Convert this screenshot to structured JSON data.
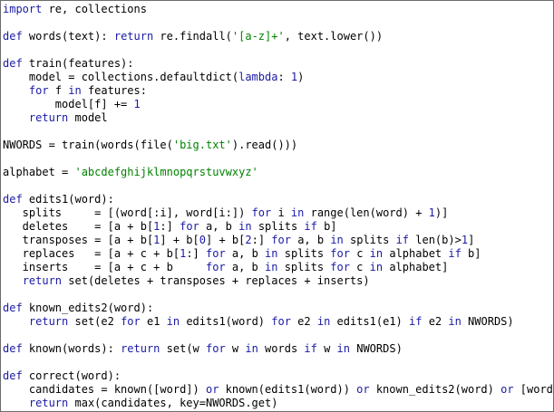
{
  "colors": {
    "background": "#ffffff",
    "default": "#000000",
    "keyword": "#1a1aa6",
    "string": "#008200",
    "number": "#1a1aa6"
  },
  "code_lines": [
    [
      [
        "k",
        "import"
      ],
      [
        "t",
        " re, collections"
      ]
    ],
    [],
    [
      [
        "k",
        "def"
      ],
      [
        "t",
        " words(text): "
      ],
      [
        "k",
        "return"
      ],
      [
        "t",
        " re.findall("
      ],
      [
        "s",
        "'[a-z]+'"
      ],
      [
        "t",
        ", text.lower())"
      ]
    ],
    [],
    [
      [
        "k",
        "def"
      ],
      [
        "t",
        " train(features):"
      ]
    ],
    [
      [
        "t",
        "    model = collections.defaultdict("
      ],
      [
        "k",
        "lambda"
      ],
      [
        "t",
        ": "
      ],
      [
        "n",
        "1"
      ],
      [
        "t",
        ")"
      ]
    ],
    [
      [
        "t",
        "    "
      ],
      [
        "k",
        "for"
      ],
      [
        "t",
        " f "
      ],
      [
        "k",
        "in"
      ],
      [
        "t",
        " features:"
      ]
    ],
    [
      [
        "t",
        "        model[f] += "
      ],
      [
        "n",
        "1"
      ]
    ],
    [
      [
        "t",
        "    "
      ],
      [
        "k",
        "return"
      ],
      [
        "t",
        " model"
      ]
    ],
    [],
    [
      [
        "t",
        "NWORDS = train(words(file("
      ],
      [
        "s",
        "'big.txt'"
      ],
      [
        "t",
        ").read()))"
      ]
    ],
    [],
    [
      [
        "t",
        "alphabet = "
      ],
      [
        "s",
        "'abcdefghijklmnopqrstuvwxyz'"
      ]
    ],
    [],
    [
      [
        "k",
        "def"
      ],
      [
        "t",
        " edits1(word):"
      ]
    ],
    [
      [
        "t",
        "   splits     = [(word[:i], word[i:]) "
      ],
      [
        "k",
        "for"
      ],
      [
        "t",
        " i "
      ],
      [
        "k",
        "in"
      ],
      [
        "t",
        " range(len(word) + "
      ],
      [
        "n",
        "1"
      ],
      [
        "t",
        ")]"
      ]
    ],
    [
      [
        "t",
        "   deletes    = [a + b["
      ],
      [
        "n",
        "1"
      ],
      [
        "t",
        ":] "
      ],
      [
        "k",
        "for"
      ],
      [
        "t",
        " a, b "
      ],
      [
        "k",
        "in"
      ],
      [
        "t",
        " splits "
      ],
      [
        "k",
        "if"
      ],
      [
        "t",
        " b]"
      ]
    ],
    [
      [
        "t",
        "   transposes = [a + b["
      ],
      [
        "n",
        "1"
      ],
      [
        "t",
        "] + b["
      ],
      [
        "n",
        "0"
      ],
      [
        "t",
        "] + b["
      ],
      [
        "n",
        "2"
      ],
      [
        "t",
        ":] "
      ],
      [
        "k",
        "for"
      ],
      [
        "t",
        " a, b "
      ],
      [
        "k",
        "in"
      ],
      [
        "t",
        " splits "
      ],
      [
        "k",
        "if"
      ],
      [
        "t",
        " len(b)>"
      ],
      [
        "n",
        "1"
      ],
      [
        "t",
        "]"
      ]
    ],
    [
      [
        "t",
        "   replaces   = [a + c + b["
      ],
      [
        "n",
        "1"
      ],
      [
        "t",
        ":] "
      ],
      [
        "k",
        "for"
      ],
      [
        "t",
        " a, b "
      ],
      [
        "k",
        "in"
      ],
      [
        "t",
        " splits "
      ],
      [
        "k",
        "for"
      ],
      [
        "t",
        " c "
      ],
      [
        "k",
        "in"
      ],
      [
        "t",
        " alphabet "
      ],
      [
        "k",
        "if"
      ],
      [
        "t",
        " b]"
      ]
    ],
    [
      [
        "t",
        "   inserts    = [a + c + b     "
      ],
      [
        "k",
        "for"
      ],
      [
        "t",
        " a, b "
      ],
      [
        "k",
        "in"
      ],
      [
        "t",
        " splits "
      ],
      [
        "k",
        "for"
      ],
      [
        "t",
        " c "
      ],
      [
        "k",
        "in"
      ],
      [
        "t",
        " alphabet]"
      ]
    ],
    [
      [
        "t",
        "   "
      ],
      [
        "k",
        "return"
      ],
      [
        "t",
        " set(deletes + transposes + replaces + inserts)"
      ]
    ],
    [],
    [
      [
        "k",
        "def"
      ],
      [
        "t",
        " known_edits2(word):"
      ]
    ],
    [
      [
        "t",
        "    "
      ],
      [
        "k",
        "return"
      ],
      [
        "t",
        " set(e2 "
      ],
      [
        "k",
        "for"
      ],
      [
        "t",
        " e1 "
      ],
      [
        "k",
        "in"
      ],
      [
        "t",
        " edits1(word) "
      ],
      [
        "k",
        "for"
      ],
      [
        "t",
        " e2 "
      ],
      [
        "k",
        "in"
      ],
      [
        "t",
        " edits1(e1) "
      ],
      [
        "k",
        "if"
      ],
      [
        "t",
        " e2 "
      ],
      [
        "k",
        "in"
      ],
      [
        "t",
        " NWORDS)"
      ]
    ],
    [],
    [
      [
        "k",
        "def"
      ],
      [
        "t",
        " known(words): "
      ],
      [
        "k",
        "return"
      ],
      [
        "t",
        " set(w "
      ],
      [
        "k",
        "for"
      ],
      [
        "t",
        " w "
      ],
      [
        "k",
        "in"
      ],
      [
        "t",
        " words "
      ],
      [
        "k",
        "if"
      ],
      [
        "t",
        " w "
      ],
      [
        "k",
        "in"
      ],
      [
        "t",
        " NWORDS)"
      ]
    ],
    [],
    [
      [
        "k",
        "def"
      ],
      [
        "t",
        " correct(word):"
      ]
    ],
    [
      [
        "t",
        "    candidates = known([word]) "
      ],
      [
        "k",
        "or"
      ],
      [
        "t",
        " known(edits1(word)) "
      ],
      [
        "k",
        "or"
      ],
      [
        "t",
        " known_edits2(word) "
      ],
      [
        "k",
        "or"
      ],
      [
        "t",
        " [word]"
      ]
    ],
    [
      [
        "t",
        "    "
      ],
      [
        "k",
        "return"
      ],
      [
        "t",
        " max(candidates, key=NWORDS.get)"
      ]
    ]
  ]
}
